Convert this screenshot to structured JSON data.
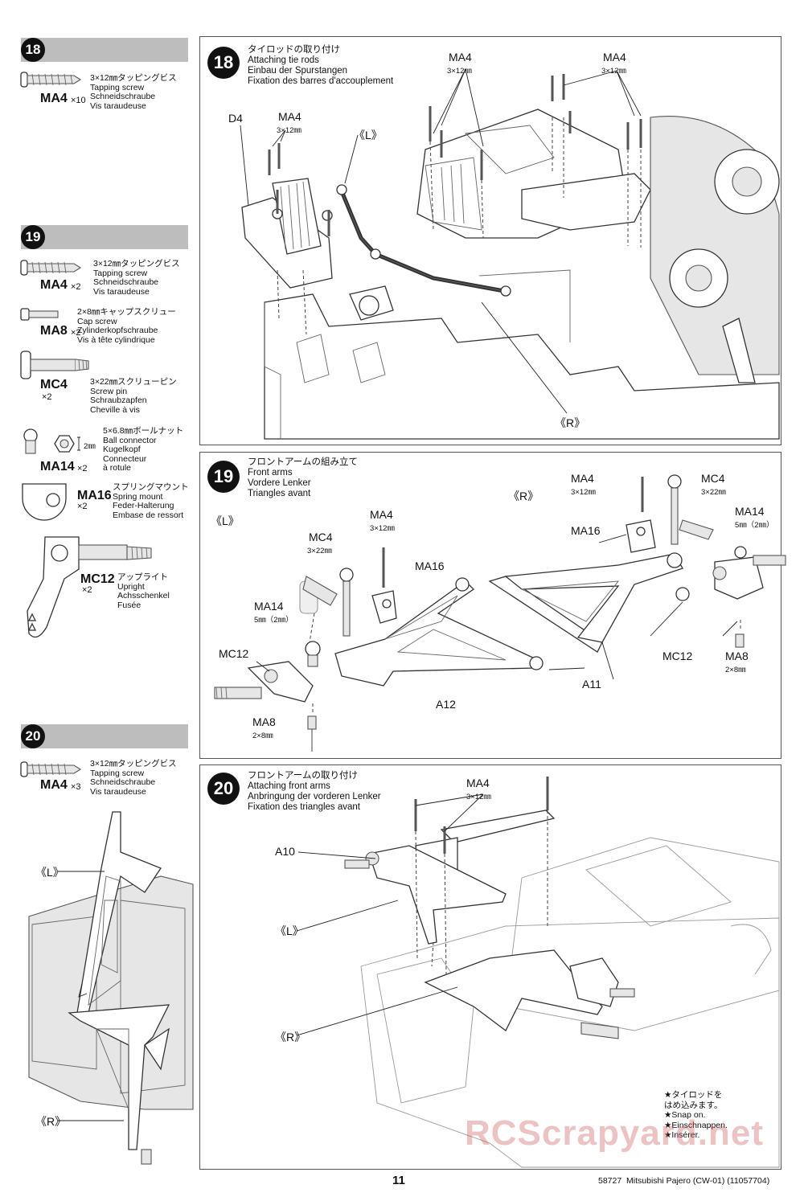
{
  "sidebar": {
    "s18": {
      "num": "18",
      "parts": [
        {
          "code": "MA4",
          "qty": "×10",
          "desc": "3×12㎜タッピングビス\nTapping screw\nSchneidschraube\nVis taraudeuse"
        }
      ]
    },
    "s19": {
      "num": "19",
      "parts": [
        {
          "code": "MA4",
          "qty": "×2",
          "desc": "3×12㎜タッピングビス\nTapping screw\nSchneidschraube\nVis taraudeuse"
        },
        {
          "code": "MA8",
          "qty": "×2",
          "desc": "2×8㎜キャップスクリュー\nCap screw\nZylinderkopfschraube\nVis à tête cylindrique"
        },
        {
          "code": "MC4",
          "qty": "×2",
          "desc": "3×22㎜スクリューピン\nScrew pin\nSchraubzapfen\nCheville à vis"
        },
        {
          "code": "MA14",
          "qty": "×2",
          "desc": "5×6.8㎜ボールナット\nBall connector\nKugelkopf\nConnecteur\nà rotule",
          "dim": "2㎜"
        },
        {
          "code": "MA16",
          "qty": "×2",
          "desc": "スプリングマウント\nSpring mount\nFeder-Halterung\nEmbase de ressort"
        },
        {
          "code": "MC12",
          "qty": "×2",
          "desc": "アップライト\nUpright\nAchsschenkel\nFusée"
        }
      ]
    },
    "s20": {
      "num": "20",
      "parts": [
        {
          "code": "MA4",
          "qty": "×3",
          "desc": "3×12㎜タッピングビス\nTapping screw\nSchneidschraube\nVis taraudeuse"
        }
      ],
      "labels": {
        "left": "《L》",
        "right": "《R》"
      }
    }
  },
  "step18": {
    "num": "18",
    "title": "タイロッドの取り付け\nAttaching tie rods\nEinbau der Spurstangen\nFixation des barres d'accouplement",
    "labels": {
      "d4": "D4",
      "ma4a": "MA4",
      "ma4a_sub": "3×12㎜",
      "ma4b": "MA4",
      "ma4b_sub": "3×12㎜",
      "ma4c": "MA4",
      "ma4c_sub": "3×12㎜",
      "left": "《L》",
      "right": "《R》"
    }
  },
  "step19": {
    "num": "19",
    "title": "フロントアームの組み立て\nFront arms\nVordere Lenker\nTriangles avant",
    "labels": {
      "left": "《L》",
      "right": "《R》",
      "mc4l": "MC4",
      "mc4l_sub": "3×22㎜",
      "ma4l": "MA4",
      "ma4l_sub": "3×12㎜",
      "ma16l": "MA16",
      "ma14l": "MA14",
      "ma14l_sub": "5㎜（2㎜）",
      "mc12l": "MC12",
      "ma8l": "MA8",
      "ma8l_sub": "2×8㎜",
      "a12": "A12",
      "ma4r": "MA4",
      "ma4r_sub": "3×12㎜",
      "mc4r": "MC4",
      "mc4r_sub": "3×22㎜",
      "ma16r": "MA16",
      "ma14r": "MA14",
      "ma14r_sub": "5㎜（2㎜）",
      "a11": "A11",
      "mc12r": "MC12",
      "ma8r": "MA8",
      "ma8r_sub": "2×8㎜"
    }
  },
  "step20": {
    "num": "20",
    "title": "フロントアームの取り付け\nAttaching front arms\nAnbringung der vorderen Lenker\nFixation des triangles avant",
    "labels": {
      "ma4": "MA4",
      "ma4_sub": "3×12㎜",
      "a10": "A10",
      "left": "《L》",
      "right": "《R》"
    },
    "note": "★タイロッドを\nはめ込みます。\n★Snap on.\n★Einschnappen.\n★Insérer."
  },
  "footer": {
    "page": "11",
    "doc": "58727  Mitsubishi Pajero (CW-01) (11057704)"
  },
  "watermark": "RCScrapyard.net"
}
